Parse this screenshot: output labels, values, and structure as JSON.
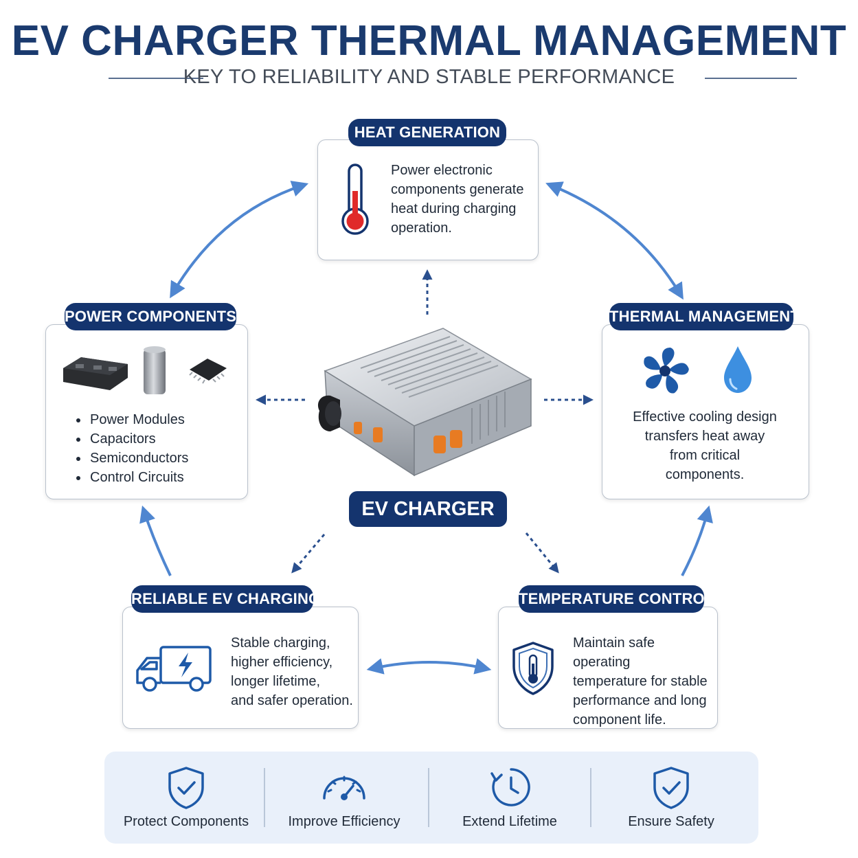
{
  "header": {
    "title": "EV CHARGER THERMAL MANAGEMENT",
    "subtitle": "KEY TO RELIABILITY AND STABLE PERFORMANCE"
  },
  "center": {
    "label": "EV CHARGER"
  },
  "heat_generation": {
    "title": "HEAT GENERATION",
    "lines": [
      "Power electronic",
      "components generate",
      "heat during charging",
      "operation."
    ]
  },
  "power_components": {
    "title": "POWER COMPONENTS",
    "items": [
      "Power Modules",
      "Capacitors",
      "Semiconductors",
      "Control Circuits"
    ]
  },
  "thermal_management": {
    "title": "THERMAL MANAGEMENT",
    "lines": [
      "Effective cooling design",
      "transfers heat away",
      "from critical",
      "components."
    ]
  },
  "reliable_charging": {
    "title": "RELIABLE EV CHARGING",
    "lines": [
      "Stable charging,",
      "higher efficiency,",
      "longer lifetime,",
      "and safer operation."
    ]
  },
  "temperature_control": {
    "title": "TEMPERATURE CONTROL",
    "lines": [
      "Maintain safe operating",
      "temperature for stable",
      "performance and long",
      "component life."
    ]
  },
  "benefits": [
    {
      "label": "Protect Components",
      "icon": "shield-check-icon"
    },
    {
      "label": "Improve Efficiency",
      "icon": "gauge-icon"
    },
    {
      "label": "Extend Lifetime",
      "icon": "clock-cycle-icon"
    },
    {
      "label": "Ensure Safety",
      "icon": "shield-check-icon"
    }
  ],
  "colors": {
    "navy": "#14346e",
    "arrow_blue": "#4f86d0",
    "thermo_red": "#e02a2a",
    "drop_blue": "#3d8fe0",
    "connector_orange": "#e87b22",
    "benefit_bg": "#e9f0fa"
  }
}
